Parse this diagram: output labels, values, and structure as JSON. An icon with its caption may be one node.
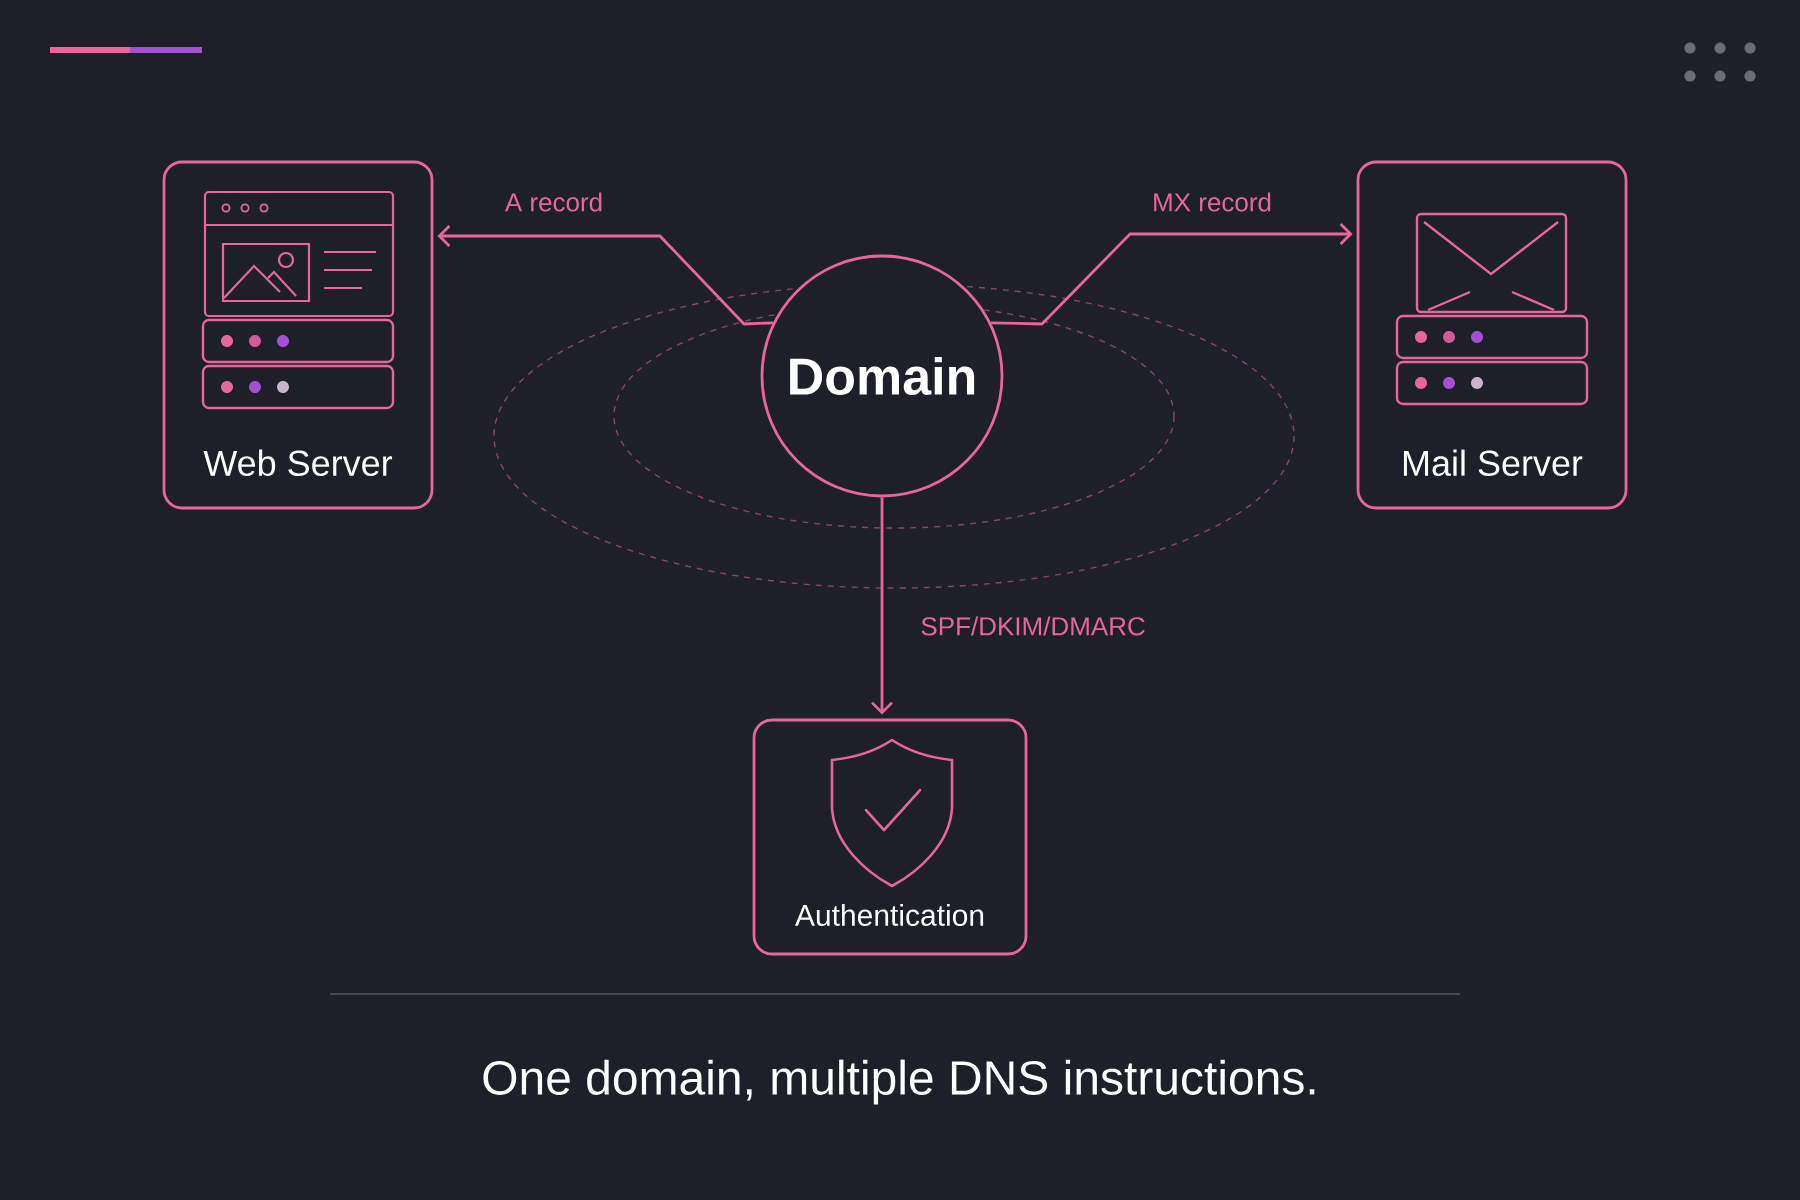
{
  "diagram": {
    "caption": "One domain, multiple DNS instructions.",
    "nodes": [
      {
        "text": [
          "Web Server"
        ]
      },
      {
        "text": [
          "Domain"
        ]
      },
      {
        "text": [
          "Mail Server"
        ]
      },
      {
        "text": [
          "Authentication"
        ]
      }
    ],
    "edges": [
      {
        "from": 1,
        "to": 0,
        "arrow": "to",
        "label": "A record"
      },
      {
        "from": 1,
        "to": 2,
        "arrow": "to",
        "label": "MX record"
      },
      {
        "from": 1,
        "to": 3,
        "arrow": "to",
        "label": "SPF/DKIM/DMARC"
      }
    ]
  }
}
